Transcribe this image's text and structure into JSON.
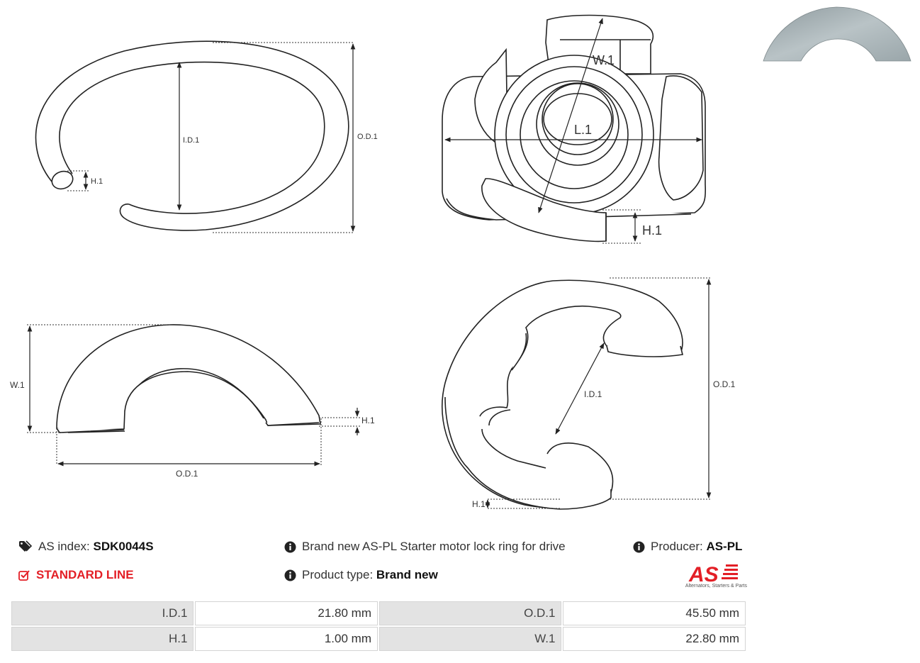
{
  "drawing_labels": {
    "ring": {
      "id": "I.D.1",
      "od": "O.D.1",
      "h": "H.1"
    },
    "assembly": {
      "w": "W.1",
      "l": "L.1",
      "h": "H.1"
    },
    "half": {
      "w": "W.1",
      "h": "H.1",
      "od": "O.D.1"
    },
    "eclip": {
      "id": "I.D.1",
      "od": "O.D.1",
      "h": "H.1"
    }
  },
  "info": {
    "as_index_label": "AS index:",
    "as_index_value": "SDK0044S",
    "line": "STANDARD LINE",
    "description": "Brand new AS-PL Starter motor lock ring for drive",
    "product_type_label": "Product type:",
    "product_type_value": "Brand new",
    "producer_label": "Producer:",
    "producer_value": "AS-PL"
  },
  "logo": {
    "mark": "AS",
    "tagline": "Alternators, Starters & Parts",
    "color": "#e31f26"
  },
  "specs": [
    [
      {
        "label": "I.D.1",
        "value": "21.80 mm"
      },
      {
        "label": "O.D.1",
        "value": "45.50 mm"
      }
    ],
    [
      {
        "label": "H.1",
        "value": "1.00 mm"
      },
      {
        "label": "W.1",
        "value": "22.80 mm"
      }
    ]
  ]
}
